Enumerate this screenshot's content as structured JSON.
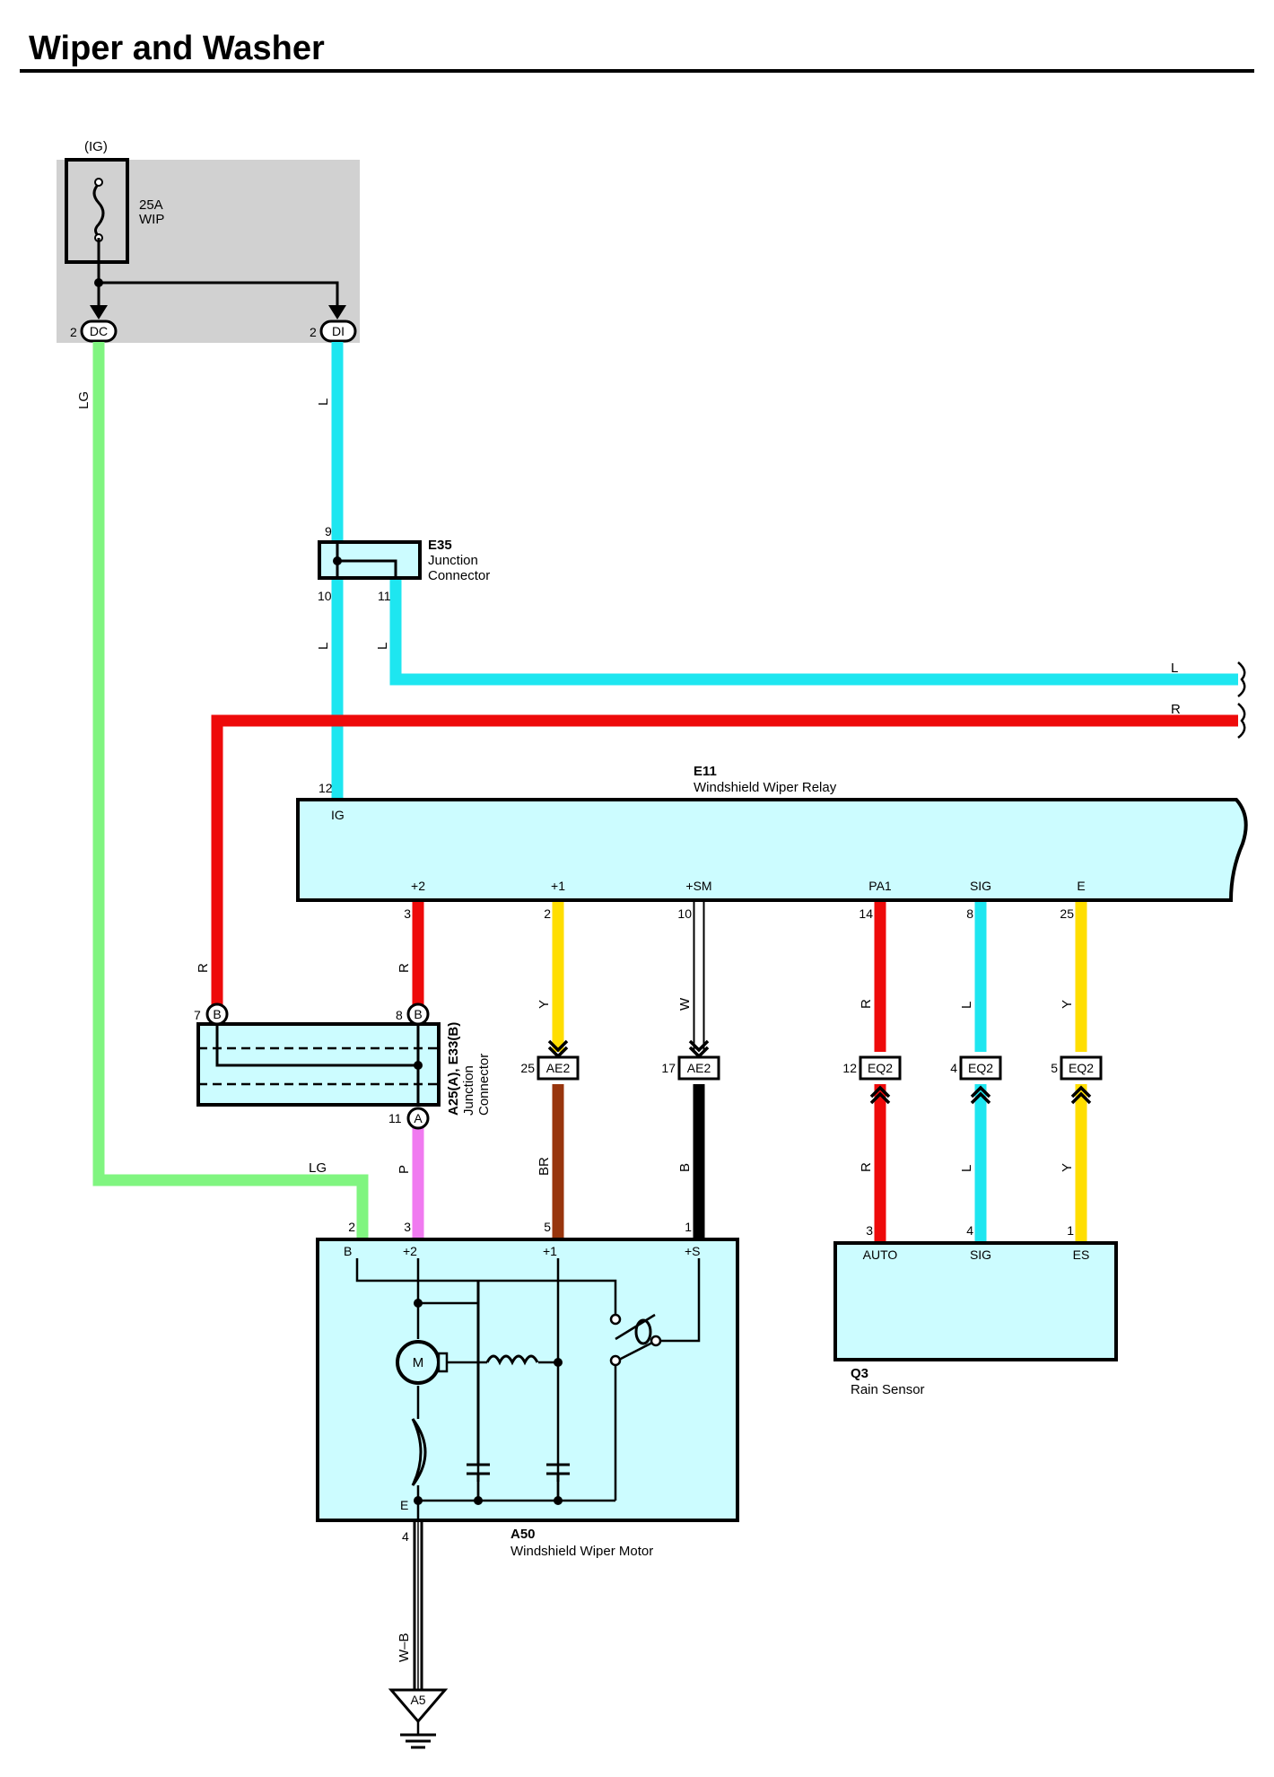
{
  "title": "Wiper and Washer",
  "colors": {
    "LG": "#80f580",
    "L": "#1ee6f0",
    "R": "#ee0a0a",
    "Y": "#ffde00",
    "BR": "#98350d",
    "B": "#000000",
    "P": "#f07af0",
    "box_fill": "#ccfcff",
    "fuse_box_fill": "#d1d1d1"
  },
  "fuse_box": {
    "supply": "(IG)",
    "fuse_rating": "25A",
    "fuse_name": "WIP",
    "out_left": {
      "pin": "2",
      "connector": "DC"
    },
    "out_right": {
      "pin": "2",
      "connector": "DI"
    }
  },
  "wires": {
    "lg": "LG",
    "l": "L",
    "r": "R",
    "y": "Y",
    "w": "W",
    "br": "BR",
    "b": "B",
    "p": "P",
    "wb": "W–B"
  },
  "e35": {
    "id": "E35",
    "line1": "Junction",
    "line2": "Connector",
    "pin_top": "9",
    "pin_left": "10",
    "pin_right": "11"
  },
  "e11": {
    "id": "E11",
    "name": "Windshield Wiper Relay",
    "ig_pin": "12",
    "ig_label": "IG",
    "terminals": [
      {
        "label": "+2",
        "pin": "3"
      },
      {
        "label": "+1",
        "pin": "2"
      },
      {
        "label": "+SM",
        "pin": "10"
      },
      {
        "label": "PA1",
        "pin": "14"
      },
      {
        "label": "SIG",
        "pin": "8"
      },
      {
        "label": "E",
        "pin": "25"
      }
    ]
  },
  "a25": {
    "id": "A25(A), E33(B)",
    "line1": "Junction",
    "line2": "Connector",
    "pin_left": "7",
    "pin_left_conn": "B",
    "pin_right": "8",
    "pin_right_conn": "B",
    "pin_bottom": "11",
    "pin_bottom_conn": "A"
  },
  "inline_connectors": [
    {
      "pin": "25",
      "name": "AE2"
    },
    {
      "pin": "17",
      "name": "AE2"
    },
    {
      "pin": "12",
      "name": "EQ2"
    },
    {
      "pin": "4",
      "name": "EQ2"
    },
    {
      "pin": "5",
      "name": "EQ2"
    }
  ],
  "a50": {
    "id": "A50",
    "name": "Windshield Wiper Motor",
    "terminals": [
      {
        "label": "B",
        "pin": "2"
      },
      {
        "label": "+2",
        "pin": "3"
      },
      {
        "label": "+1",
        "pin": "5"
      },
      {
        "label": "+S",
        "pin": "1"
      }
    ],
    "ground_label": "E",
    "ground_pin": "4",
    "motor_symbol": "M"
  },
  "q3": {
    "id": "Q3",
    "name": "Rain Sensor",
    "terminals": [
      {
        "label": "AUTO",
        "pin": "3"
      },
      {
        "label": "SIG",
        "pin": "4"
      },
      {
        "label": "ES",
        "pin": "1"
      }
    ]
  },
  "ground": {
    "id": "A5"
  }
}
